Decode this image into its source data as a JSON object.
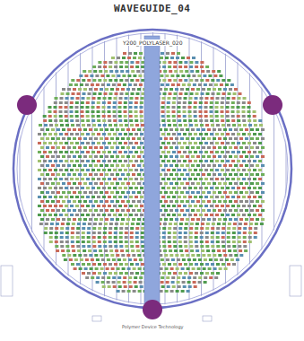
{
  "diagram": {
    "title": "WAVEGUIDE_04",
    "labels": [
      "Y200_POLYLASER_020",
      "Polymer Device Technology"
    ]
  }
}
